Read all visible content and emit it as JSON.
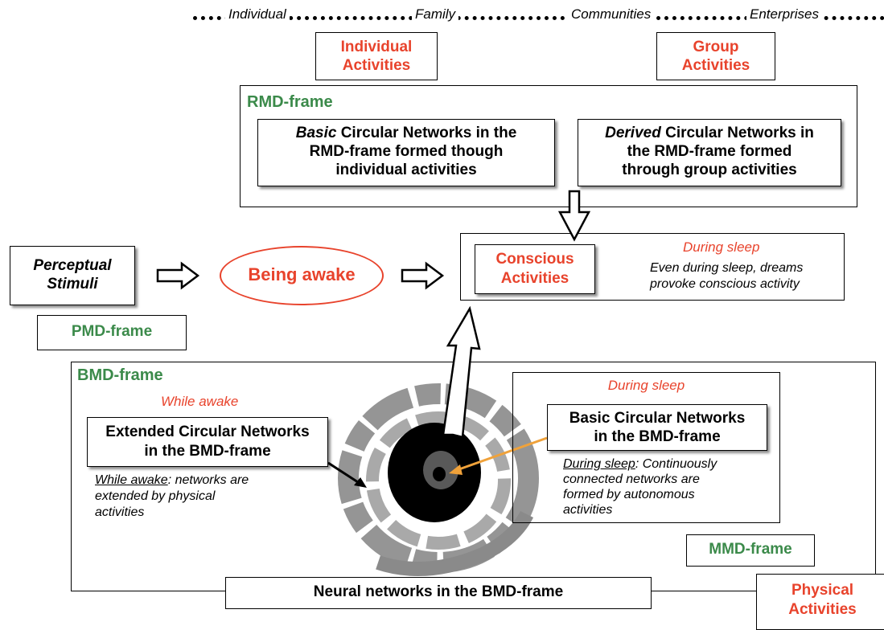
{
  "scale": {
    "levels": [
      "Individual",
      "Family",
      "Communities",
      "Enterprises"
    ]
  },
  "activities": {
    "individual": [
      "Individual",
      "Activities"
    ],
    "group": [
      "Group",
      "Activities"
    ]
  },
  "rmd": {
    "label": "RMD-frame",
    "basic": {
      "emph": "Basic",
      "rest1": " Circular Networks in the",
      "line2": "RMD-frame formed though",
      "line3": "individual activities"
    },
    "derived": {
      "emph": "Derived",
      "rest1": " Circular Networks in",
      "line2": "the RMD-frame formed",
      "line3": "through group activities"
    }
  },
  "perceptual": [
    "Perceptual",
    "Stimuli"
  ],
  "pmd_label": "PMD-frame",
  "being_awake": "Being awake",
  "conscious": {
    "title": [
      "Conscious",
      "Activities"
    ],
    "during_sleep": "During sleep",
    "note": [
      "Even during sleep, dreams",
      "provoke conscious activity"
    ]
  },
  "bmd": {
    "label": "BMD-frame",
    "while_awake": "While awake",
    "extended": [
      "Extended Circular Networks",
      "in the BMD-frame"
    ],
    "awake_note": {
      "underlined": "While awake",
      "rest": ": networks are",
      "line2": "extended by physical",
      "line3": "activities"
    },
    "sleep_panel": {
      "heading": "During sleep",
      "basic": [
        "Basic Circular Networks",
        "in the BMD-frame"
      ],
      "note": {
        "underlined": "During sleep",
        "rest": ": Continuously",
        "line2": "connected networks are",
        "line3": "formed by autonomous",
        "line4": "activities"
      }
    },
    "neural": "Neural networks in the BMD-frame"
  },
  "mmd_label": "MMD-frame",
  "physical": [
    "Physical",
    "Activities"
  ],
  "colors": {
    "accent_red": "#e8432c",
    "frame_green": "#3b8a4a",
    "arrow_orange": "#f0a23a",
    "spiral_gray": "#8a8a8a"
  },
  "icons": [
    "hollow-arrow-right",
    "hollow-arrow-up",
    "hollow-arrow-down",
    "spiral-network-graphic"
  ]
}
